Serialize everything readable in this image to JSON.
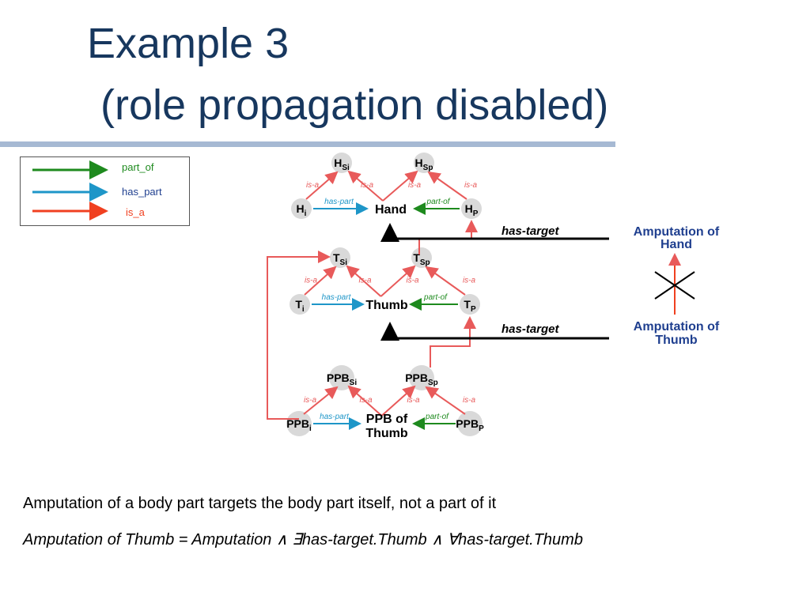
{
  "title": {
    "line1": "Example 3",
    "line2": "(role propagation disabled)"
  },
  "colors": {
    "title": "#17375e",
    "part_of": "#1e8a1e",
    "has_part": "#1e96c8",
    "is_a": "#f04020",
    "isa_edge": "#e85a5a",
    "node_fill": "#d9d9d9",
    "target": "#1f3f8f"
  },
  "legend": [
    {
      "label": "part_of",
      "color": "#1e8a1e"
    },
    {
      "label": "has_part",
      "color": "#1e96c8"
    },
    {
      "label": "is_a",
      "color": "#f04020"
    }
  ],
  "edge_labels": {
    "is_a": "is-a",
    "has_part": "has-part",
    "part_of": "part-of"
  },
  "groups": [
    {
      "center": "Hand",
      "center2": "",
      "prefix": "H",
      "si": "Si",
      "sp": "Sp",
      "i": "i",
      "p": "P"
    },
    {
      "center": "Thumb",
      "center2": "",
      "prefix": "T",
      "si": "Si",
      "sp": "Sp",
      "i": "i",
      "p": "P"
    },
    {
      "center": "PPB of",
      "center2": "Thumb",
      "prefix": "PPB",
      "si": "Si",
      "sp": "Sp",
      "i": "i",
      "p": "P"
    }
  ],
  "targets": [
    {
      "line1": "Amputation of",
      "line2": "Hand",
      "relation": "has-target"
    },
    {
      "line1": "Amputation of",
      "line2": "Thumb",
      "relation": "has-target"
    }
  ],
  "bottom": {
    "line1": "Amputation of a body part targets the body part itself, not a part of it",
    "line2": "Amputation of Thumb = Amputation ∧ ∃has-target.Thumb ∧ ∀has-target.Thumb"
  }
}
